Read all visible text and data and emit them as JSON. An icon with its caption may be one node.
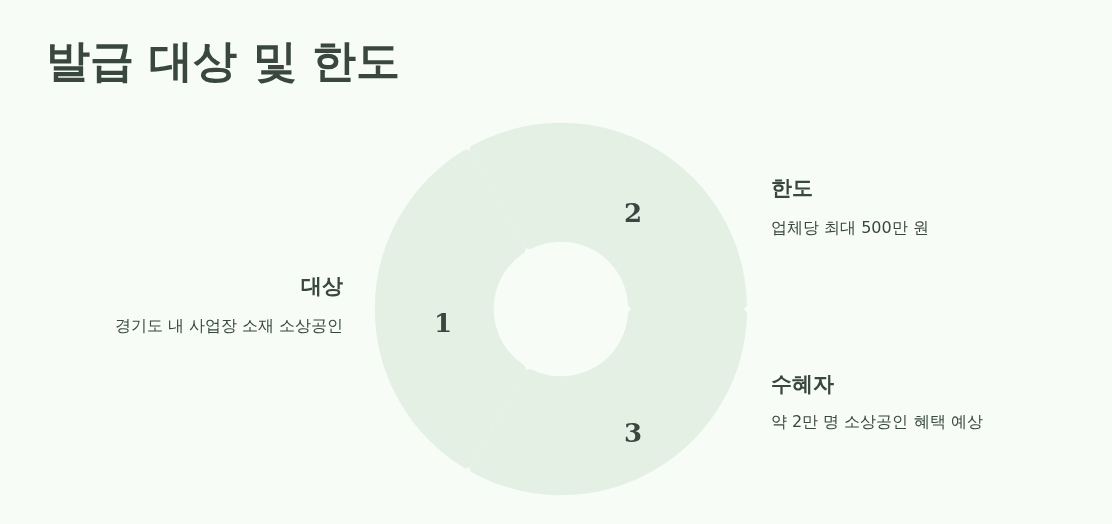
{
  "diagram": {
    "title": "발급 대상 및 한도",
    "nodes": [
      {
        "text": [
          "1"
        ],
        "beside": [
          "대상",
          "경기도 내 사업장 소재 소상공인"
        ]
      },
      {
        "text": [
          "2"
        ],
        "beside": [
          "한도",
          "업체당 최대 500만 원"
        ]
      },
      {
        "text": [
          "3"
        ],
        "beside": [
          "수혜자",
          "약 2만 명 소상공인 혜택 예상"
        ]
      }
    ]
  }
}
